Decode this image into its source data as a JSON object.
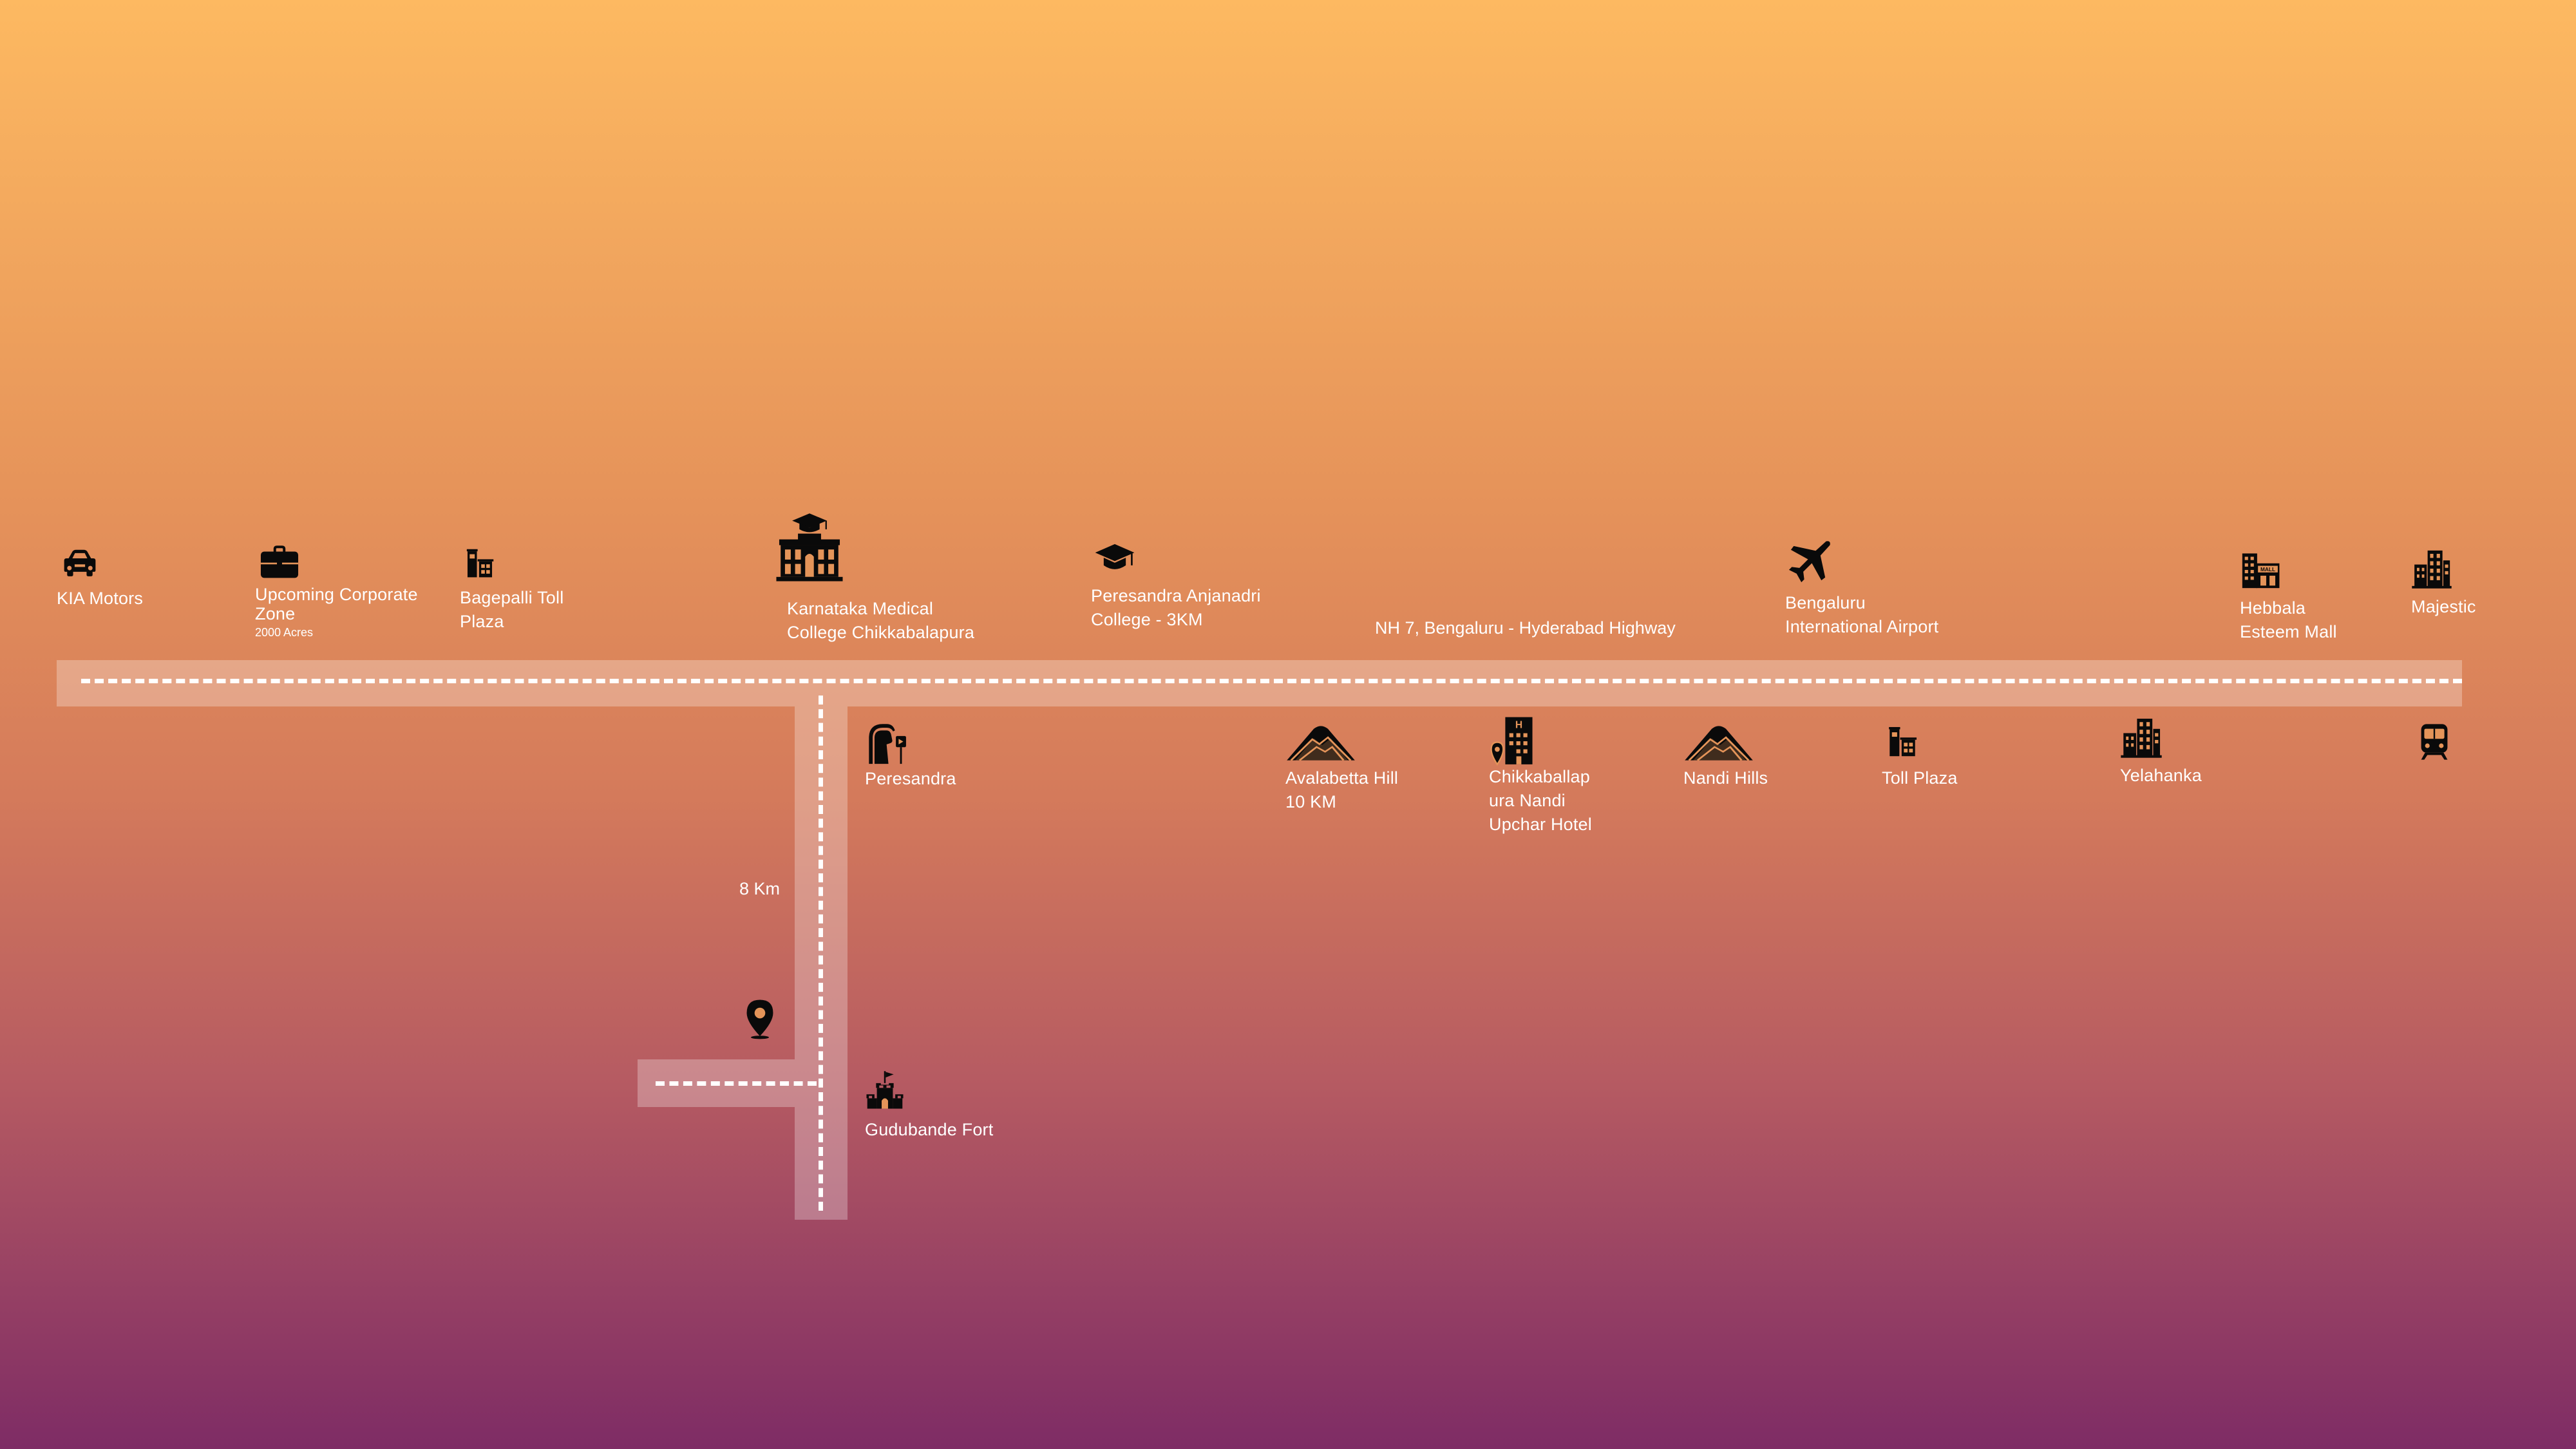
{
  "highway_label": "NH 7, Bengaluru - Hyderabad Highway",
  "branch_distance": "8 Km",
  "top_landmarks": [
    {
      "label": "KIA Motors",
      "icon": "car-icon"
    },
    {
      "label": "Upcoming Corporate\nZone",
      "sublabel": "2000 Acres",
      "icon": "briefcase-icon"
    },
    {
      "label": "Bagepalli Toll\nPlaza",
      "icon": "toll-plaza-icon"
    },
    {
      "label": "Karnataka Medical\nCollege Chikkabalapura",
      "icon": "university-icon"
    },
    {
      "label": "Peresandra Anjanadri\nCollege - 3KM",
      "icon": "graduation-cap-icon"
    },
    {
      "label": "Bengaluru\nInternational Airport",
      "icon": "airplane-icon"
    },
    {
      "label": "Hebbala\nEsteem Mall",
      "icon": "mall-icon"
    },
    {
      "label": "Majestic",
      "icon": "buildings-icon"
    }
  ],
  "bottom_landmarks": [
    {
      "label": "Peresandra",
      "icon": "road-junction-icon"
    },
    {
      "label": "Avalabetta Hill\n10 KM",
      "icon": "mountain-icon"
    },
    {
      "label": "Chikkaballap\nura Nandi\nUpchar Hotel",
      "icon": "hotel-icon"
    },
    {
      "label": "Nandi Hills",
      "icon": "mountain-icon"
    },
    {
      "label": "Toll Plaza",
      "icon": "toll-plaza-icon"
    },
    {
      "label": "Yelahanka",
      "icon": "buildings-icon"
    },
    {
      "label": "",
      "icon": "train-icon"
    }
  ],
  "branch_landmarks": [
    {
      "label": "Gudubande Fort",
      "icon": "fort-icon"
    }
  ],
  "project_marker": {
    "icon": "location-pin-icon"
  },
  "colors": {
    "gradient_top": "#fdb961",
    "gradient_bottom": "#7e2c65",
    "road": "rgba(255,255,255,0.28)",
    "icon": "#0a0a0a",
    "label": "#ffffff"
  }
}
